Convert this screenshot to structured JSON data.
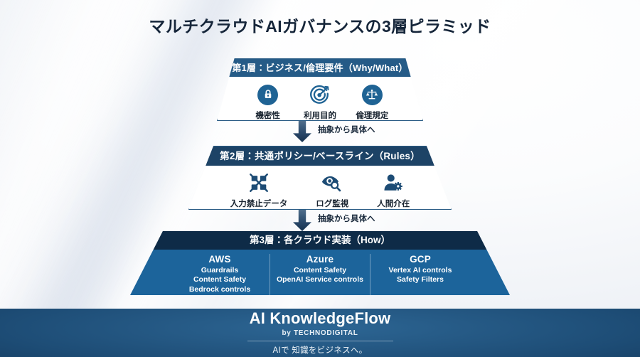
{
  "page": {
    "title": "マルチクラウドAIガバナンスの3層ピラミッド"
  },
  "colors": {
    "layer1_header": "#255b87",
    "layer2_header": "#1d4366",
    "layer3_header": "#0e2b47",
    "layer3_body": "#1c649b",
    "icon_blue": "#1f6394",
    "footer_blue": "#1d4c75",
    "title_text": "#16263a"
  },
  "layers": [
    {
      "id": "layer-1",
      "header": "第1層：ビジネス/倫理要件（Why/What）",
      "items": [
        {
          "icon": "lock-icon",
          "label": "機密性"
        },
        {
          "icon": "target-icon",
          "label": "利用目的"
        },
        {
          "icon": "scales-icon",
          "label": "倫理規定"
        }
      ]
    },
    {
      "id": "layer-2",
      "header": "第2層：共通ポリシー/ベースライン（Rules）",
      "items": [
        {
          "icon": "no-data-input-icon",
          "label": "入力禁止データ"
        },
        {
          "icon": "eye-magnifier-icon",
          "label": "ログ監視"
        },
        {
          "icon": "person-gear-icon",
          "label": "人間介在"
        }
      ]
    },
    {
      "id": "layer-3",
      "header": "第3層：各クラウド実装（How）",
      "columns": [
        {
          "cloud": "AWS",
          "lines": [
            "Guardrails",
            "Content Safety",
            "Bedrock controls"
          ]
        },
        {
          "cloud": "Azure",
          "lines": [
            "Content Safety",
            "OpenAI Service controls"
          ]
        },
        {
          "cloud": "GCP",
          "lines": [
            "Vertex AI controls",
            "Safety Filters"
          ]
        }
      ]
    }
  ],
  "arrows": [
    {
      "id": "arrow-1",
      "label": "抽象から具体へ"
    },
    {
      "id": "arrow-2",
      "label": "抽象から具体へ"
    }
  ],
  "footer": {
    "brand": "AI KnowledgeFlow",
    "by": "by TECHNODIGITAL",
    "tagline": "AIで 知識をビジネスへ。"
  }
}
